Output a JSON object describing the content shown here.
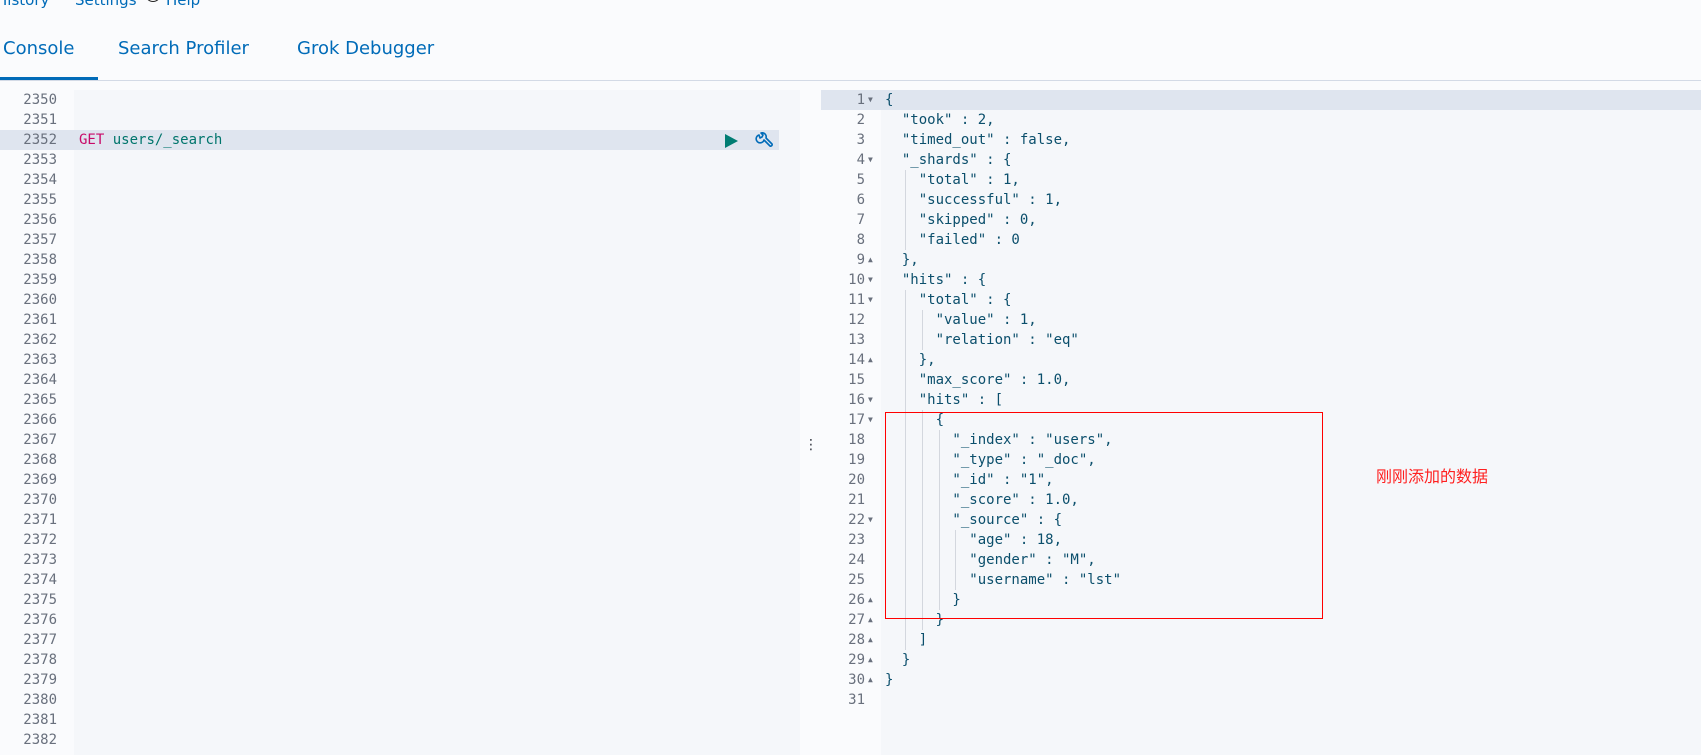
{
  "menu": {
    "items": [
      "History",
      "Settings",
      "Help"
    ]
  },
  "tabs": [
    {
      "label": "Console",
      "active": true
    },
    {
      "label": "Search Profiler",
      "active": false
    },
    {
      "label": "Grok Debugger",
      "active": false
    }
  ],
  "request_editor": {
    "first_line_number": 2350,
    "last_line_number": 2382,
    "active_line_number": 2352,
    "request": {
      "method": "GET",
      "path": "users/_search"
    },
    "icons": {
      "run": "play-icon",
      "actions": "wrench-icon"
    }
  },
  "response_viewer": {
    "lines": [
      "{",
      "  \"took\" : 2,",
      "  \"timed_out\" : false,",
      "  \"_shards\" : {",
      "    \"total\" : 1,",
      "    \"successful\" : 1,",
      "    \"skipped\" : 0,",
      "    \"failed\" : 0",
      "  },",
      "  \"hits\" : {",
      "    \"total\" : {",
      "      \"value\" : 1,",
      "      \"relation\" : \"eq\"",
      "    },",
      "    \"max_score\" : 1.0,",
      "    \"hits\" : [",
      "      {",
      "        \"_index\" : \"users\",",
      "        \"_type\" : \"_doc\",",
      "        \"_id\" : \"1\",",
      "        \"_score\" : 1.0,",
      "        \"_source\" : {",
      "          \"age\" : 18,",
      "          \"gender\" : \"M\",",
      "          \"username\" : \"lst\"",
      "        }",
      "      }",
      "    ]",
      "  }",
      "}",
      ""
    ]
  },
  "annotation": {
    "text": "刚刚添加的数据",
    "color": "#ff0000"
  },
  "colors": {
    "accent": "#006bb8",
    "method": "#c80a68",
    "string": "#008a1c",
    "boolean": "#4e4ef0",
    "highlight": "#dfe5ef"
  }
}
